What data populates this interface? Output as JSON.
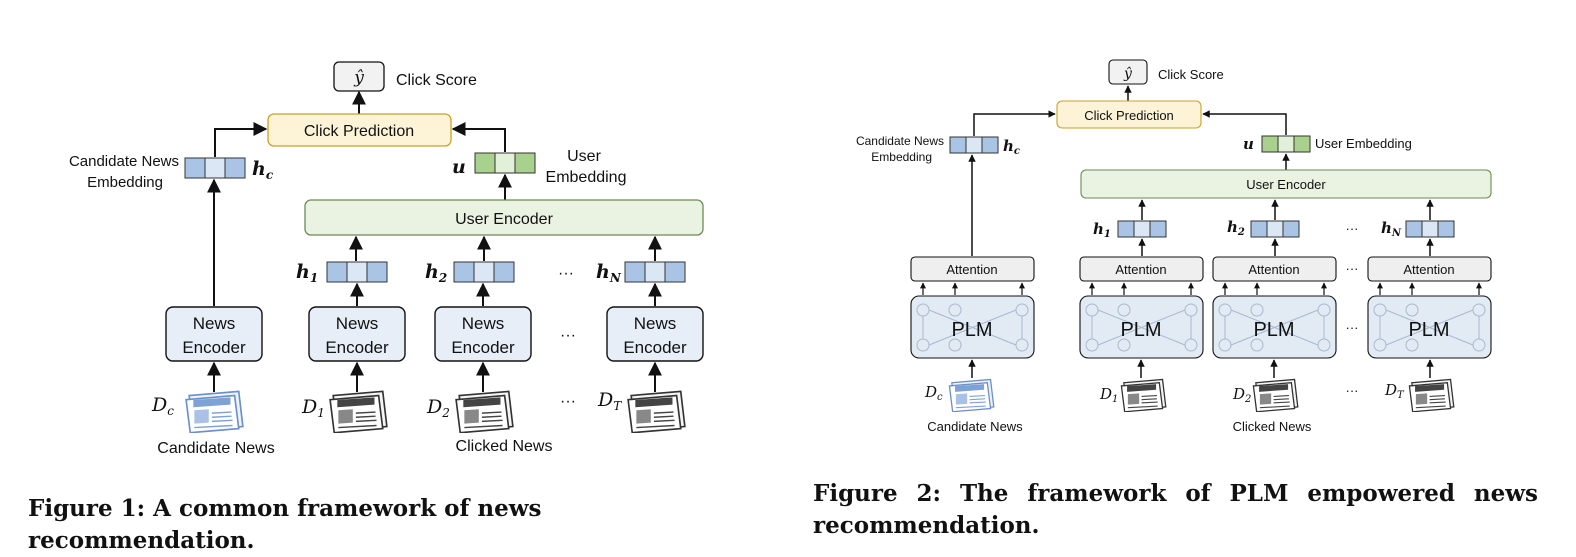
{
  "figure1": {
    "click_score_symbol": "ŷ",
    "click_score_label": "Click Score",
    "click_prediction": "Click Prediction",
    "candidate_embedding_label": [
      "Candidate News",
      "Embedding"
    ],
    "hc_symbol": "h",
    "hc_sub": "c",
    "u_symbol": "u",
    "user_embedding_label": [
      "User",
      "Embedding"
    ],
    "user_encoder": "User Encoder",
    "h_labels": [
      {
        "main": "h",
        "sub": "1"
      },
      {
        "main": "h",
        "sub": "2"
      },
      {
        "main": "h",
        "sub": "N"
      }
    ],
    "ellipsis": "···",
    "news_encoder": [
      "News",
      "Encoder"
    ],
    "doc_labels": [
      {
        "main": "D",
        "sub": "c"
      },
      {
        "main": "D",
        "sub": "1"
      },
      {
        "main": "D",
        "sub": "2"
      },
      {
        "main": "D",
        "sub": "T"
      }
    ],
    "candidate_news": "Candidate News",
    "clicked_news": "Clicked News",
    "caption": "Figure 1: A common framework of news recommendation."
  },
  "figure2": {
    "click_score_symbol": "ŷ",
    "click_score_label": "Click Score",
    "click_prediction": "Click Prediction",
    "candidate_embedding_label": [
      "Candidate News",
      "Embedding"
    ],
    "hc_symbol": "h",
    "hc_sub": "c",
    "u_symbol": "u",
    "user_embedding_label": "User Embedding",
    "user_encoder": "User Encoder",
    "h_labels": [
      {
        "main": "h",
        "sub": "1"
      },
      {
        "main": "h",
        "sub": "2"
      },
      {
        "main": "h",
        "sub": "N"
      }
    ],
    "ellipsis": "···",
    "attention": "Attention",
    "plm": "PLM",
    "doc_labels": [
      {
        "main": "D",
        "sub": "c"
      },
      {
        "main": "D",
        "sub": "1"
      },
      {
        "main": "D",
        "sub": "2"
      },
      {
        "main": "D",
        "sub": "T"
      }
    ],
    "candidate_news": "Candidate News",
    "clicked_news": "Clicked News",
    "caption": "Figure 2: The framework of PLM empowered news recommendation."
  },
  "colors": {
    "score_fill": "#f2f2f2",
    "prediction_fill": "#fdf3d7",
    "prediction_stroke": "#c9a227",
    "user_encoder_fill": "#eaf3e1",
    "user_encoder_stroke": "#6c8a55",
    "news_encoder_fill": "#e7eef8",
    "blue_cell": "#a9c4e4",
    "light_blue_cell": "#dbe7f4",
    "green_cell": "#a9d18e",
    "light_green_cell": "#e2efd9",
    "attention_fill": "#efefef",
    "plm_fill": "#e2eaf4"
  }
}
